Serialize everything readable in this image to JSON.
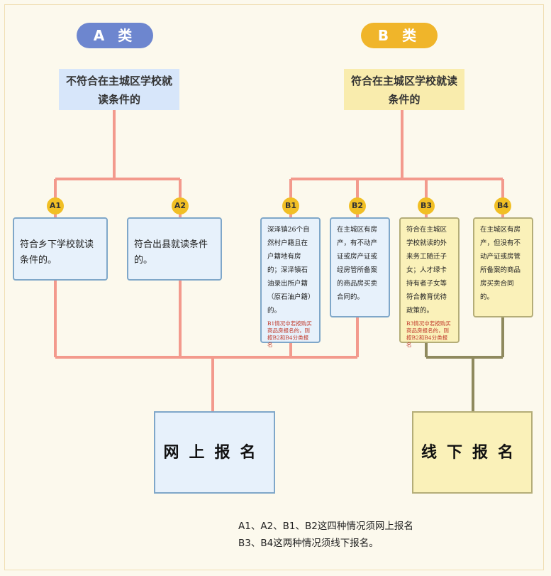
{
  "categories": {
    "a": {
      "title": "A 类",
      "condition": "不符合在主城区学校就读条件的"
    },
    "b": {
      "title": "B 类",
      "condition": "符合在主城区学校就读条件的"
    }
  },
  "items": [
    {
      "badge": "A1",
      "text": "符合乡下学校就读条件的。"
    },
    {
      "badge": "A2",
      "text": "符合出县就读条件的。"
    },
    {
      "badge": "B1",
      "text": "深泽镇26个自然村户籍且在户籍地有房的；深泽镇石油录出所户籍（原石油户籍）的。",
      "note": "B1情况中若按购买商品房报名的，则按B2和B4分类报名"
    },
    {
      "badge": "B2",
      "text": "在主城区有房产，有不动产证或房产证或经房管所备案的商品房买卖合同的。"
    },
    {
      "badge": "B3",
      "text": "符合在主城区学校就读的外来务工随迁子女；人才绿卡持有者子女等符合教育优待政策的。",
      "note": "B3情况中若按购买商品房报名的，则按B2和B4分类报名"
    },
    {
      "badge": "B4",
      "text": "在主城区有房产，但没有不动产证或房管所备案的商品房买卖合同的。"
    }
  ],
  "registration": {
    "online": "网上报名",
    "offline": "线下报名"
  },
  "footer": {
    "line1": "A1、A2、B1、B2这四种情况须网上报名",
    "line2": "B3、B4这两种情况须线下报名。"
  },
  "colors": {
    "online_line": "#f39a8d",
    "offline_line": "#8f8a5e",
    "pill_a": "#6d86cf",
    "pill_b": "#f0b52a"
  }
}
